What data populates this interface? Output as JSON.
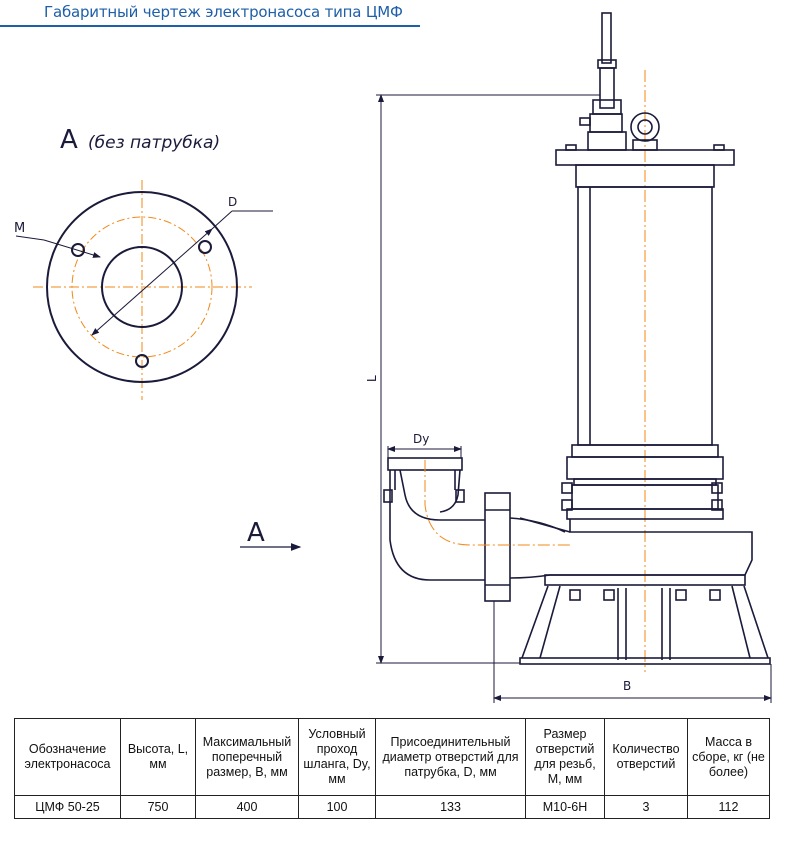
{
  "title": "Габаритный чертеж  электронасоса типа ЦМФ",
  "view": {
    "letter": "А",
    "caption": "(без патрубка)",
    "label_m": "M",
    "label_d": "D",
    "arrow_letter": "А"
  },
  "dims": {
    "L": "L",
    "B": "B",
    "Dy": "Dy"
  },
  "colors": {
    "line": "#1a1a3a",
    "axis": "#f08a1a",
    "title": "#1d5fa8"
  },
  "table": {
    "headers": [
      "Обозначение электронасоса",
      "Высота, L, мм",
      "Максимальный поперечный размер, B, мм",
      "Условный проход шланга, Dy, мм",
      "Присоединительный диаметр отверстий для патрубка, D, мм",
      "Размер отверстий для резьб, M, мм",
      "Количество отверстий",
      "Масса в сборе, кг (не более)"
    ],
    "row": [
      "ЦМФ 50-25",
      "750",
      "400",
      "100",
      "133",
      "M10-6H",
      "3",
      "112"
    ]
  }
}
